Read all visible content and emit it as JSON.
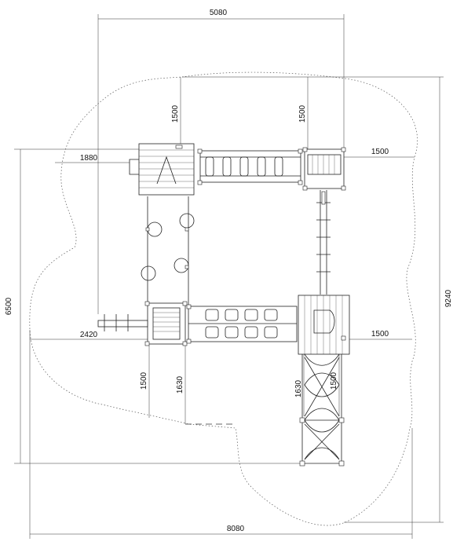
{
  "dimensions": {
    "top_width": "5080",
    "total_width": "8080",
    "total_height": "9240",
    "left_height": "6500",
    "clearance_top_left": "1500",
    "clearance_top_right": "1500",
    "clearance_right_upper": "1500",
    "clearance_right_lower": "1500",
    "offset_left_upper": "1880",
    "offset_left_lower": "2420",
    "clearance_bottom_a": "1500",
    "clearance_bottom_b": "1630",
    "clearance_bottom_c": "1630",
    "clearance_bottom_d": "1500"
  },
  "colors": {
    "line": "#222222",
    "background": "#ffffff"
  }
}
